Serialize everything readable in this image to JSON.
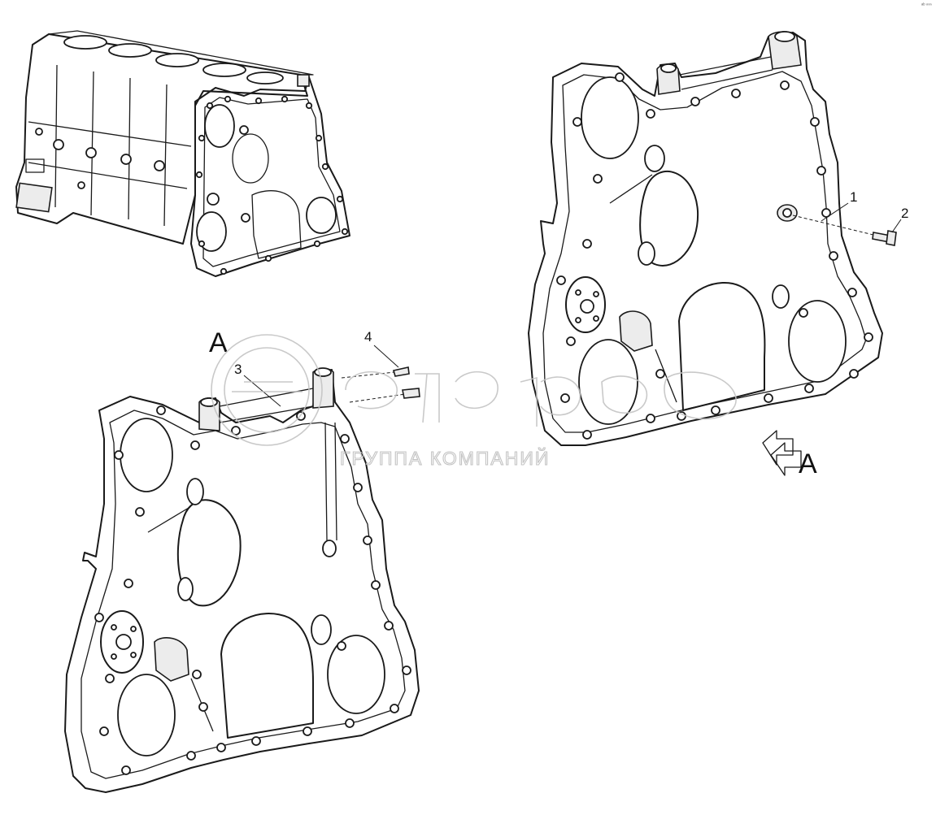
{
  "callouts": {
    "c1": "1",
    "c2": "2",
    "c3": "3",
    "c4": "4"
  },
  "view_labels": {
    "top": "A",
    "arrow": "A"
  },
  "watermark": {
    "brand": "белагро",
    "caption": "ГРУППА КОМПАНИЙ"
  },
  "corner_mark": "ᵃᵇ ⁿⁿⁿ",
  "colors": {
    "line": "#1a1a1a",
    "watermark": "#c4c4c4",
    "background": "#ffffff"
  }
}
